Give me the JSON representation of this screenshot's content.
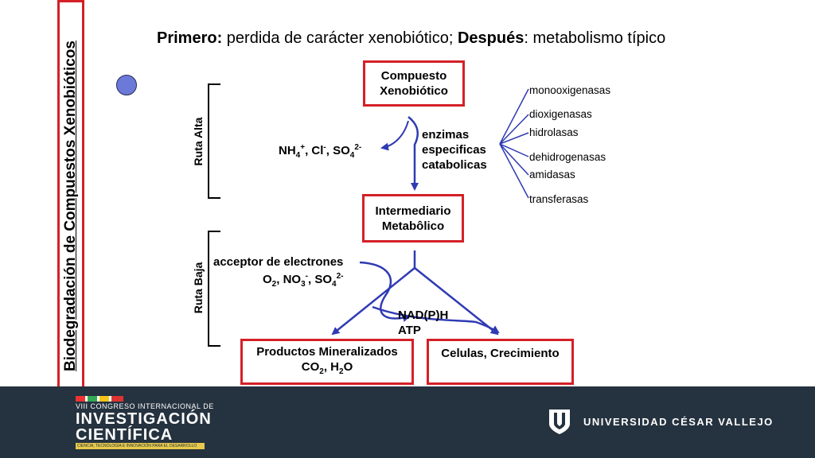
{
  "title": {
    "bold1": "Primero:",
    "text1": " perdida de carácter xenobiótico; ",
    "bold2": "Después",
    "text2": ": metabolismo típico"
  },
  "vertical_title": "Biodegradación de Compuestos Xenobióticos",
  "ruta_alta": "Ruta Alta",
  "ruta_baja": "Ruta Baja",
  "box_compuesto": {
    "line1": "Compuesto",
    "line2": "Xenobiótico"
  },
  "box_intermediario": {
    "line1": "Intermediario",
    "line2": "Metabôlico"
  },
  "box_productos": {
    "line1": "Productos Mineralizados"
  },
  "box_celulas": "Celulas, Crecimiento",
  "ions_alta": {
    "nh": "NH",
    "nh_sub": "4",
    "nh_sup": "+",
    "cl": ", Cl",
    "cl_sup": "-",
    "so": ", SO",
    "so_sub": "4",
    "so_sup": "2-"
  },
  "enzimas": {
    "line1": "enzimas",
    "line2": "especificas",
    "line3": "catabolicas"
  },
  "enzyme_list": [
    "monooxigenasas",
    "dioxigenasas",
    "hidrolasas",
    "dehidrogenasas",
    "amidasas",
    "transferasas"
  ],
  "aceptor": "acceptor de electrones",
  "aceptor_ions": {
    "o": "O",
    "o_sub": "2",
    "no": ", NO",
    "no_sub": "3",
    "no_sup": "-",
    "so": ", SO",
    "so_sub": "4",
    "so_sup": "2-"
  },
  "productos_ions": {
    "co": "CO",
    "co_sub": "2",
    "h": ", H",
    "h_sub": "2",
    "o": "O"
  },
  "nadph": "NAD(P)H",
  "atp": "ATP",
  "footer": {
    "congress_line": "VIII CONGRESO INTERNACIONAL DE",
    "logo_line1": "INVESTIGACIÓN",
    "logo_line2": "CIENTÍFICA",
    "logo_tagline": "CIENCIA, TECNOLOGÍA E INNOVACIÓN PARA EL DESARROLLO",
    "university": "UNIVERSIDAD CÉSAR VALLEJO"
  },
  "colors": {
    "red": "#d42027",
    "blue": "#2f3ab3",
    "footer_bg": "#25323f",
    "circle": "#6b7ad8"
  }
}
